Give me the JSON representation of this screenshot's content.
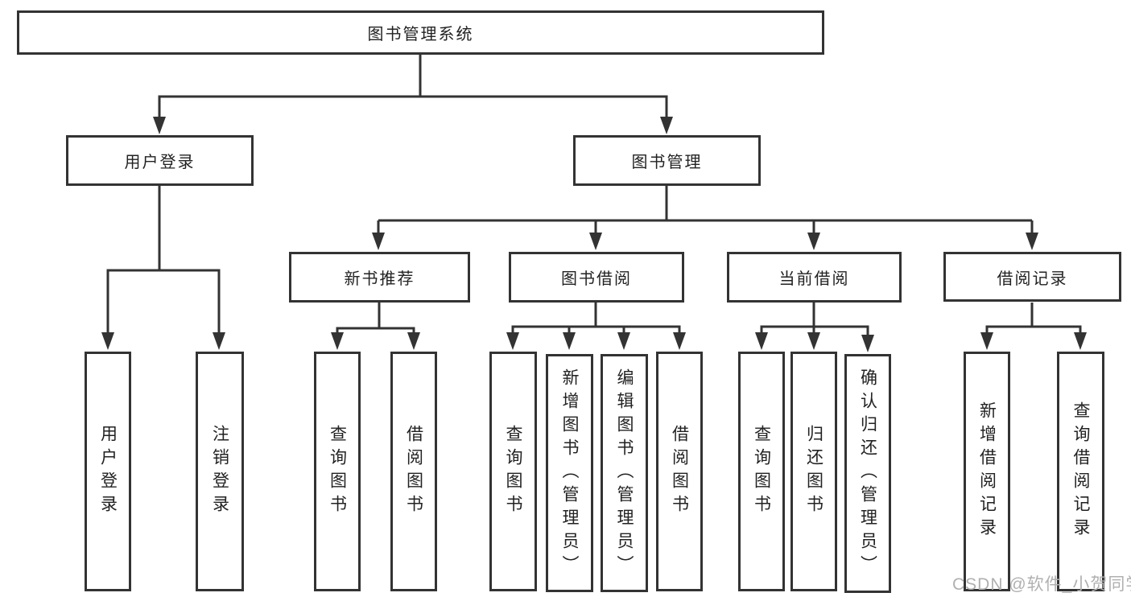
{
  "diagram": {
    "title": "图书管理系统",
    "branches": [
      {
        "label": "用户登录",
        "children": [
          {
            "label": "用户登录"
          },
          {
            "label": "注销登录"
          }
        ]
      },
      {
        "label": "图书管理",
        "children": [
          {
            "label": "新书推荐",
            "children": [
              {
                "label": "查询图书"
              },
              {
                "label": "借阅图书"
              }
            ]
          },
          {
            "label": "图书借阅",
            "children": [
              {
                "label": "查询图书"
              },
              {
                "label": "新增图书（管理员）"
              },
              {
                "label": "编辑图书（管理员）"
              },
              {
                "label": "借阅图书"
              }
            ]
          },
          {
            "label": "当前借阅",
            "children": [
              {
                "label": "查询图书"
              },
              {
                "label": "归还图书"
              },
              {
                "label": "确认归还（管理员）"
              }
            ]
          },
          {
            "label": "借阅记录",
            "children": [
              {
                "label": "新增借阅记录"
              },
              {
                "label": "查询借阅记录"
              }
            ]
          }
        ]
      }
    ]
  },
  "watermark": {
    "text": "CSDN @软件_小贺同学"
  },
  "colors": {
    "line": "#333333",
    "border": "#333333",
    "text": "#222222",
    "watermark": "#b0b0b0",
    "background": "#ffffff"
  }
}
